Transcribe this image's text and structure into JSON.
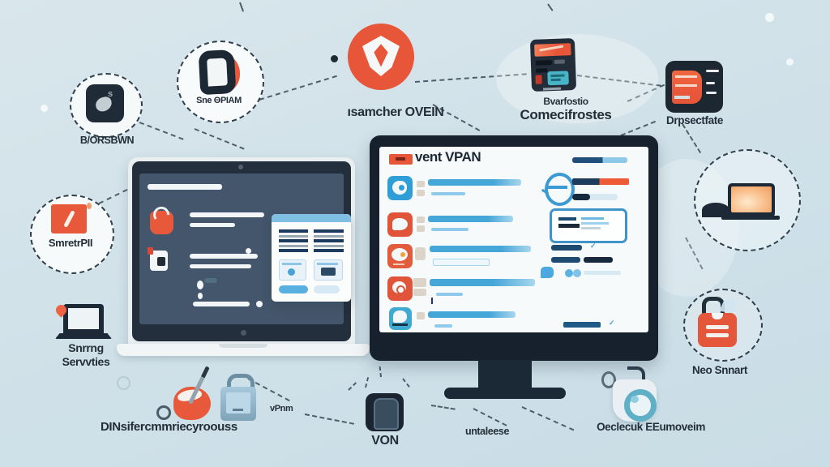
{
  "colors": {
    "background": "#cfe0e8",
    "accent_orange": "#e8563a",
    "accent_blue": "#45a6d8",
    "navy": "#1d2935",
    "screen_slate": "#44566b",
    "screen_white": "#f7fafb"
  },
  "nodes": {
    "top_left_app": {
      "label": "B/ORSBWN",
      "icon": "dark-app-icon"
    },
    "share_app": {
      "label": "Sne ΘPIAM",
      "icon": "folder-d-icon"
    },
    "vpn_provider": {
      "label": "ısamcher OVEIN",
      "icon": "orange-shield-icon"
    },
    "connected_device": {
      "line1": "Bvarfostio",
      "line2": "Comecifrostes",
      "icon": "device-terminal-icon"
    },
    "certificate_card": {
      "label": "Drpsectfate",
      "icon": "card-icon"
    },
    "smart_vpn": {
      "label": "SmretrPII",
      "icon": "orange-pen-icon"
    },
    "streaming_services": {
      "line1": "Snrrng",
      "line2": "Servvties",
      "icon": "laptop-pin-icon"
    },
    "dns_services": {
      "label": "DINsifercmmriecyroouss",
      "icons": [
        "magnifier-blob-icon",
        "padlock-icon"
      ]
    },
    "vpn_tag": {
      "label": "vPnm"
    },
    "von_app": {
      "label": "VON",
      "icon": "dark-square-icon"
    },
    "wireless": {
      "label": "untaleese"
    },
    "secure_connection": {
      "label": "Oeclecuk EEumoveim",
      "icon": "shield-heart-icon"
    },
    "neo_smart": {
      "label": "Neo Snnart",
      "icon": "orange-doc-lock-icon"
    },
    "remote_laptop": {
      "icon": "glowing-laptop-icon"
    }
  },
  "monitor": {
    "header_title": "vent VPAN",
    "header_logo": "orange-logo-chip"
  },
  "laptop": {
    "popup": "settings-card"
  },
  "icons": [
    "dark-app-icon",
    "folder-d-icon",
    "orange-shield-icon",
    "device-terminal-icon",
    "card-icon",
    "orange-pen-icon",
    "laptop-pin-icon",
    "magnifier-blob-icon",
    "padlock-icon",
    "dark-square-icon",
    "shield-heart-icon",
    "orange-doc-lock-icon",
    "glowing-laptop-icon",
    "bag-icon",
    "note-icon",
    "chat-icon",
    "globe-icon",
    "browser-icon",
    "theta-user-icon"
  ]
}
